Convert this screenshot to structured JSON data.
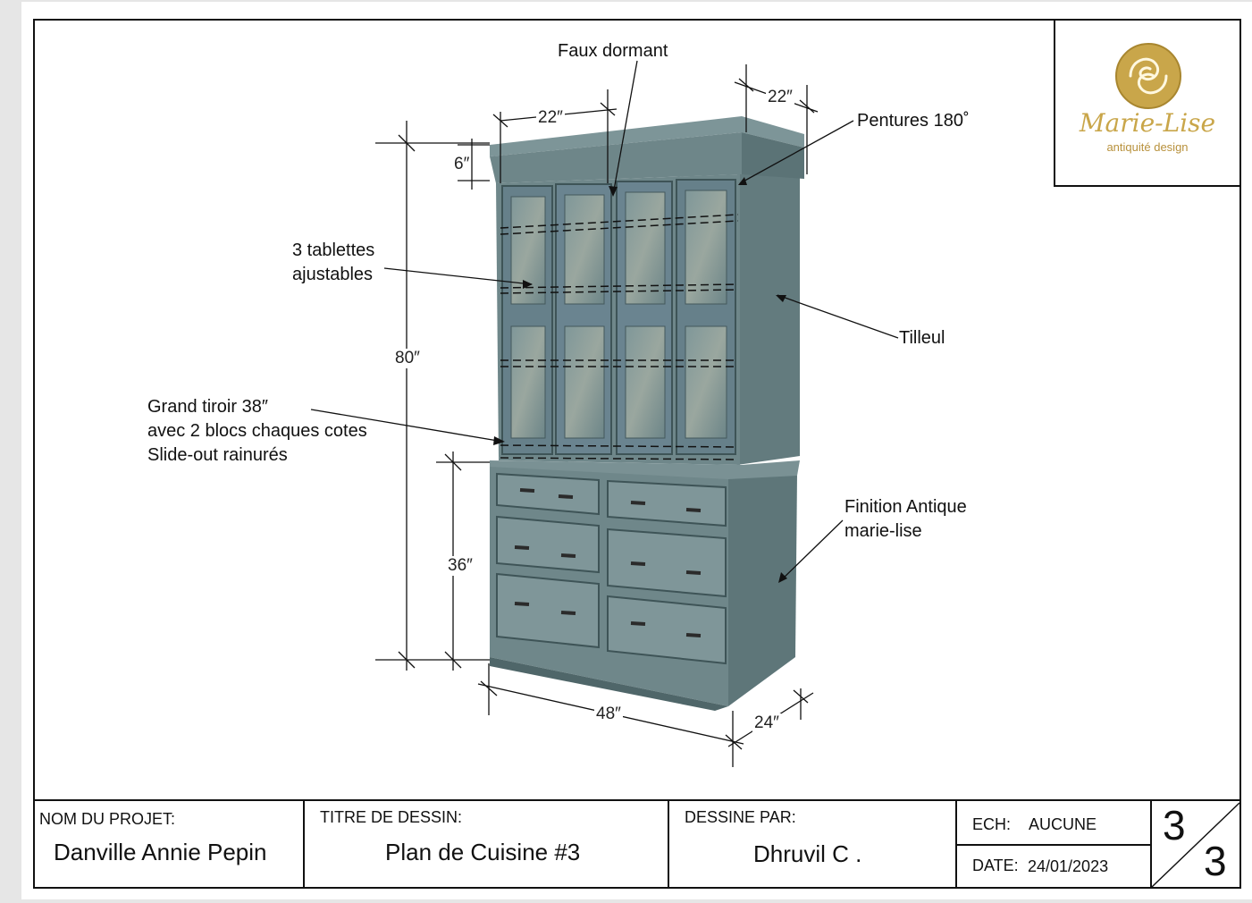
{
  "annotations": {
    "faux_dormant": "Faux dormant",
    "pentures": "Pentures 180˚",
    "tablettes": [
      "3 tablettes",
      "ajustables"
    ],
    "tilleul": "Tilleul",
    "tiroir": [
      "Grand tiroir 38″",
      "avec 2 blocs chaques cotes",
      "Slide-out rainurés"
    ],
    "finition": [
      "Finition Antique",
      "marie-lise"
    ]
  },
  "dimensions": {
    "top_width": "22″",
    "side_depth_top": "22″",
    "cornice": "6″",
    "height_total": "80″",
    "height_base": "36″",
    "width": "48″",
    "depth": "24″"
  },
  "logo": {
    "name": "Marie-Lise",
    "tagline": "antiquité design"
  },
  "title_block": {
    "project_label": "NOM DU PROJET:",
    "project_value": "Danville Annie Pepin",
    "drawing_label": "TITRE DE DESSIN:",
    "drawing_value": "Plan de Cuisine #3",
    "drawn_by_label": "DESSINE PAR:",
    "drawn_by_value": "Dhruvil C .",
    "scale_label": "ECH:",
    "scale_value": "AUCUNE",
    "date_label": "DATE:",
    "date_value": "24/01/2023",
    "sheet_number": "3",
    "sheet_total": "3"
  },
  "colors": {
    "cabinet": "#6f878a",
    "cabinet_dark": "#536a6d",
    "cabinet_light": "#8aa0a2",
    "logo_gold": "#c9a64a"
  }
}
